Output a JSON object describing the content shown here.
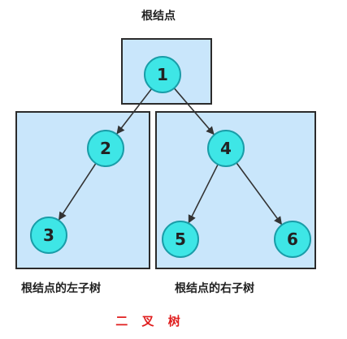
{
  "root_caption": "根结点",
  "left_subtree_caption": "根结点的左子树",
  "right_subtree_caption": "根结点的右子树",
  "title": "二 叉 树",
  "title_color": "#e01e1e",
  "node_fill_color": "#3ee6e6",
  "box_fill_color": "#c9e6fb",
  "nodes": [
    {
      "id": "1",
      "label": "1"
    },
    {
      "id": "2",
      "label": "2"
    },
    {
      "id": "3",
      "label": "3"
    },
    {
      "id": "4",
      "label": "4"
    },
    {
      "id": "5",
      "label": "5"
    },
    {
      "id": "6",
      "label": "6"
    }
  ],
  "edges": [
    {
      "from": "1",
      "to": "2"
    },
    {
      "from": "1",
      "to": "4"
    },
    {
      "from": "2",
      "to": "3"
    },
    {
      "from": "4",
      "to": "5"
    },
    {
      "from": "4",
      "to": "6"
    }
  ]
}
